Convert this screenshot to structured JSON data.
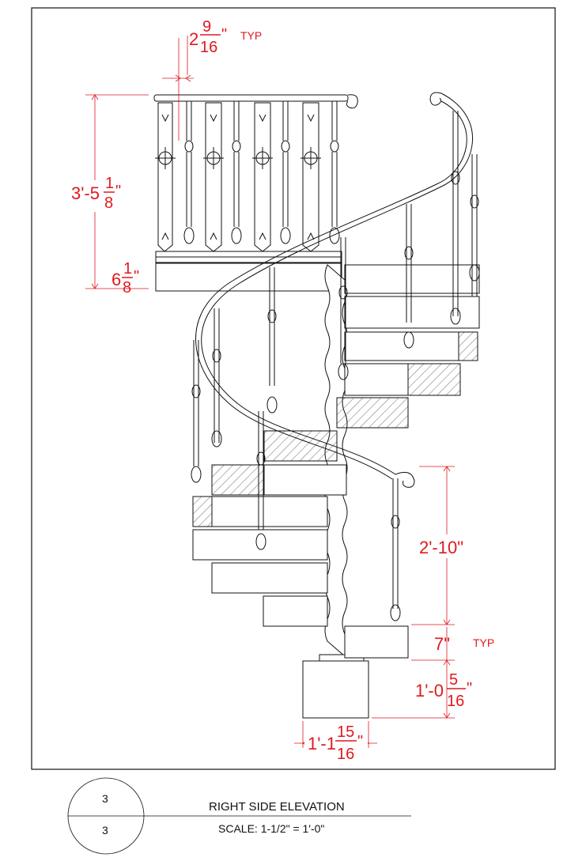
{
  "dimensions": {
    "baluster_spacing": {
      "whole": "2",
      "num": "9",
      "den": "16",
      "unit": "\"",
      "note": "TYP"
    },
    "rail_height": {
      "whole": "3'-5",
      "num": "1",
      "den": "8",
      "unit": "\""
    },
    "landing_thickness": {
      "whole": "6",
      "num": "1",
      "den": "8",
      "unit": "\""
    },
    "lower_rail_height": "2'-10\"",
    "riser": {
      "text": "7\"",
      "note": "TYP"
    },
    "base_height": {
      "whole": "1'-0",
      "num": "5",
      "den": "16",
      "unit": "\""
    },
    "base_width": {
      "whole": "1'-1",
      "num": "15",
      "den": "16",
      "unit": "\""
    }
  },
  "title_block": {
    "detail_number": "3",
    "sheet_number": "3",
    "title": "RIGHT SIDE ELEVATION",
    "scale": "SCALE: 1-1/2\" = 1'-0\""
  }
}
